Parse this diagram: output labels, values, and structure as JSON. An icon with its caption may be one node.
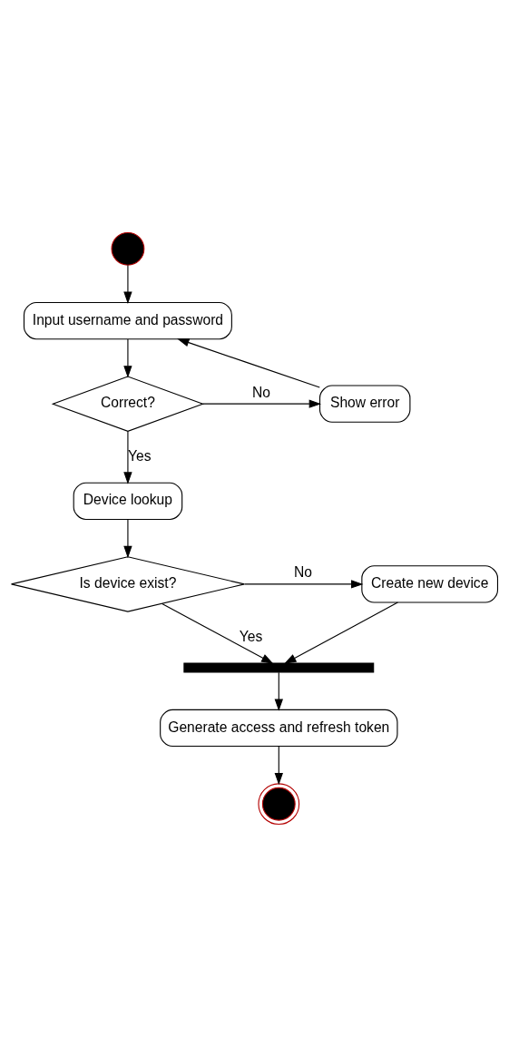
{
  "diagram": {
    "nodes": [
      {
        "text": [],
        "shape": "circle"
      },
      {
        "text": [
          "Input username and password"
        ]
      },
      {
        "text": [
          "Correct?"
        ]
      },
      {
        "text": [
          "Show error"
        ]
      },
      {
        "text": [
          "Device lookup"
        ]
      },
      {
        "text": [
          "Is device exist?"
        ]
      },
      {
        "text": [
          "Create new device"
        ]
      },
      {
        "text": [],
        "shape": "bar"
      },
      {
        "text": [
          "Generate access and refresh token"
        ]
      },
      {
        "text": [],
        "shape": "circle"
      }
    ],
    "edges": [
      {
        "from": 0,
        "to": 1,
        "arrow": "to"
      },
      {
        "from": 1,
        "to": 2,
        "arrow": "to"
      },
      {
        "from": 2,
        "to": 3,
        "arrow": "to",
        "label": "No"
      },
      {
        "from": 3,
        "to": 1,
        "arrow": "to"
      },
      {
        "from": 2,
        "to": 4,
        "arrow": "to",
        "label": "Yes"
      },
      {
        "from": 4,
        "to": 5,
        "arrow": "to"
      },
      {
        "from": 5,
        "to": 6,
        "arrow": "to",
        "label": "No"
      },
      {
        "from": 5,
        "to": 7,
        "arrow": "to",
        "label": "Yes"
      },
      {
        "from": 6,
        "to": 7,
        "arrow": "to"
      },
      {
        "from": 7,
        "to": 8,
        "arrow": "to"
      },
      {
        "from": 8,
        "to": 9,
        "arrow": "to"
      }
    ]
  }
}
